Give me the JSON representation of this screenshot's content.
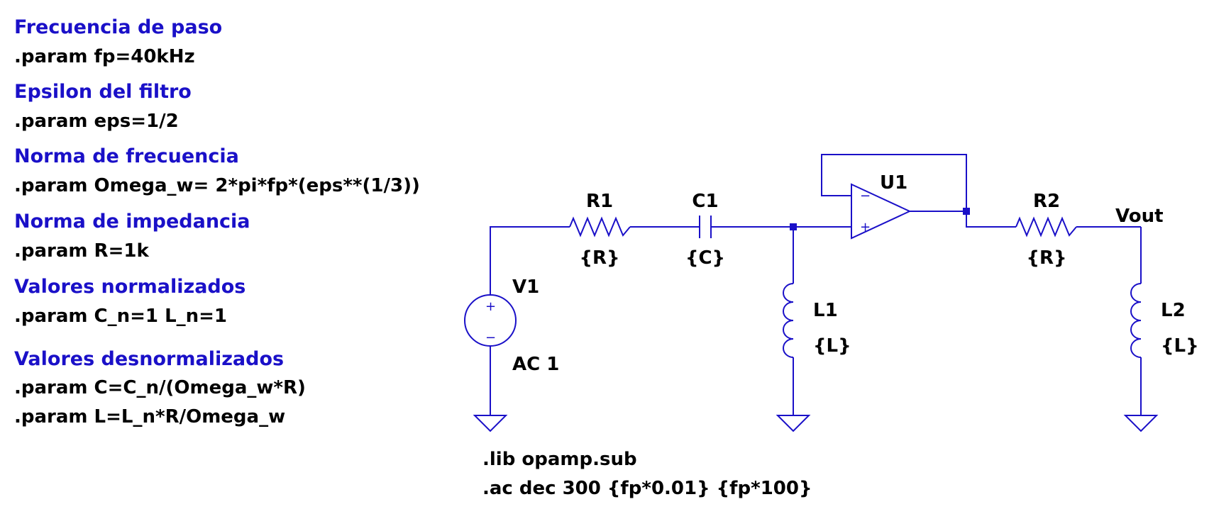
{
  "comments": [
    "Frecuencia de paso",
    "Epsilon del filtro",
    "Norma de frecuencia",
    "Norma de impedancia",
    "Valores normalizados",
    "Valores desnormalizados"
  ],
  "directives": [
    ".param fp=40kHz",
    ".param eps=1/2",
    ".param Omega_w= 2*pi*fp*(eps**(1/3))",
    ".param R=1k",
    ".param C_n=1 L_n=1",
    ".param C=C_n/(Omega_w*R)",
    ".param L=L_n*R/Omega_w"
  ],
  "analysis": [
    ".lib opamp.sub",
    ".ac dec 300 {fp*0.01} {fp*100}"
  ],
  "components": {
    "r1": {
      "name": "R1",
      "value": "{R}"
    },
    "c1": {
      "name": "C1",
      "value": "{C}"
    },
    "u1": {
      "name": "U1",
      "plus": "+",
      "minus": "−"
    },
    "r2": {
      "name": "R2",
      "value": "{R}"
    },
    "v1": {
      "name": "V1",
      "value": "AC 1",
      "plus": "+",
      "minus": "−"
    },
    "l1": {
      "name": "L1",
      "value": "{L}"
    },
    "l2": {
      "name": "L2",
      "value": "{L}"
    }
  },
  "net_labels": {
    "vout": "Vout"
  },
  "colors": {
    "wire": "#1a10c8",
    "comment": "#1a10c8",
    "text": "#000000",
    "background": "#ffffff"
  }
}
